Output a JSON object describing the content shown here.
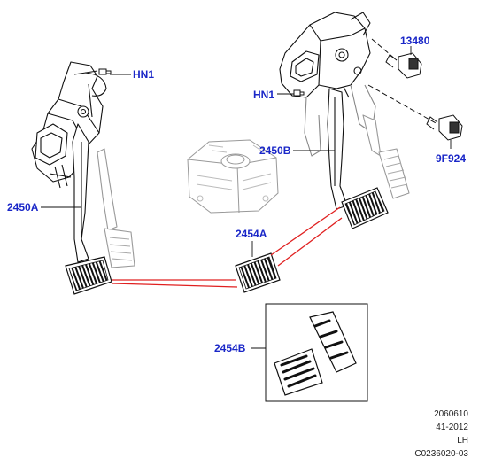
{
  "callouts": {
    "hn1_top": "HN1",
    "hn1_mid": "HN1",
    "part_13480": "13480",
    "part_9f924": "9F924",
    "part_2450b": "2450B",
    "part_2450a": "2450A",
    "part_2454a": "2454A",
    "part_2454b": "2454B"
  },
  "footer": {
    "line1": "2060610",
    "line2": "41-2012",
    "line3": "LH",
    "line4": "C0236020-03"
  },
  "colors": {
    "callout_text": "#1a27c8",
    "connector_lines": "#e02020",
    "linework": "#111111"
  }
}
